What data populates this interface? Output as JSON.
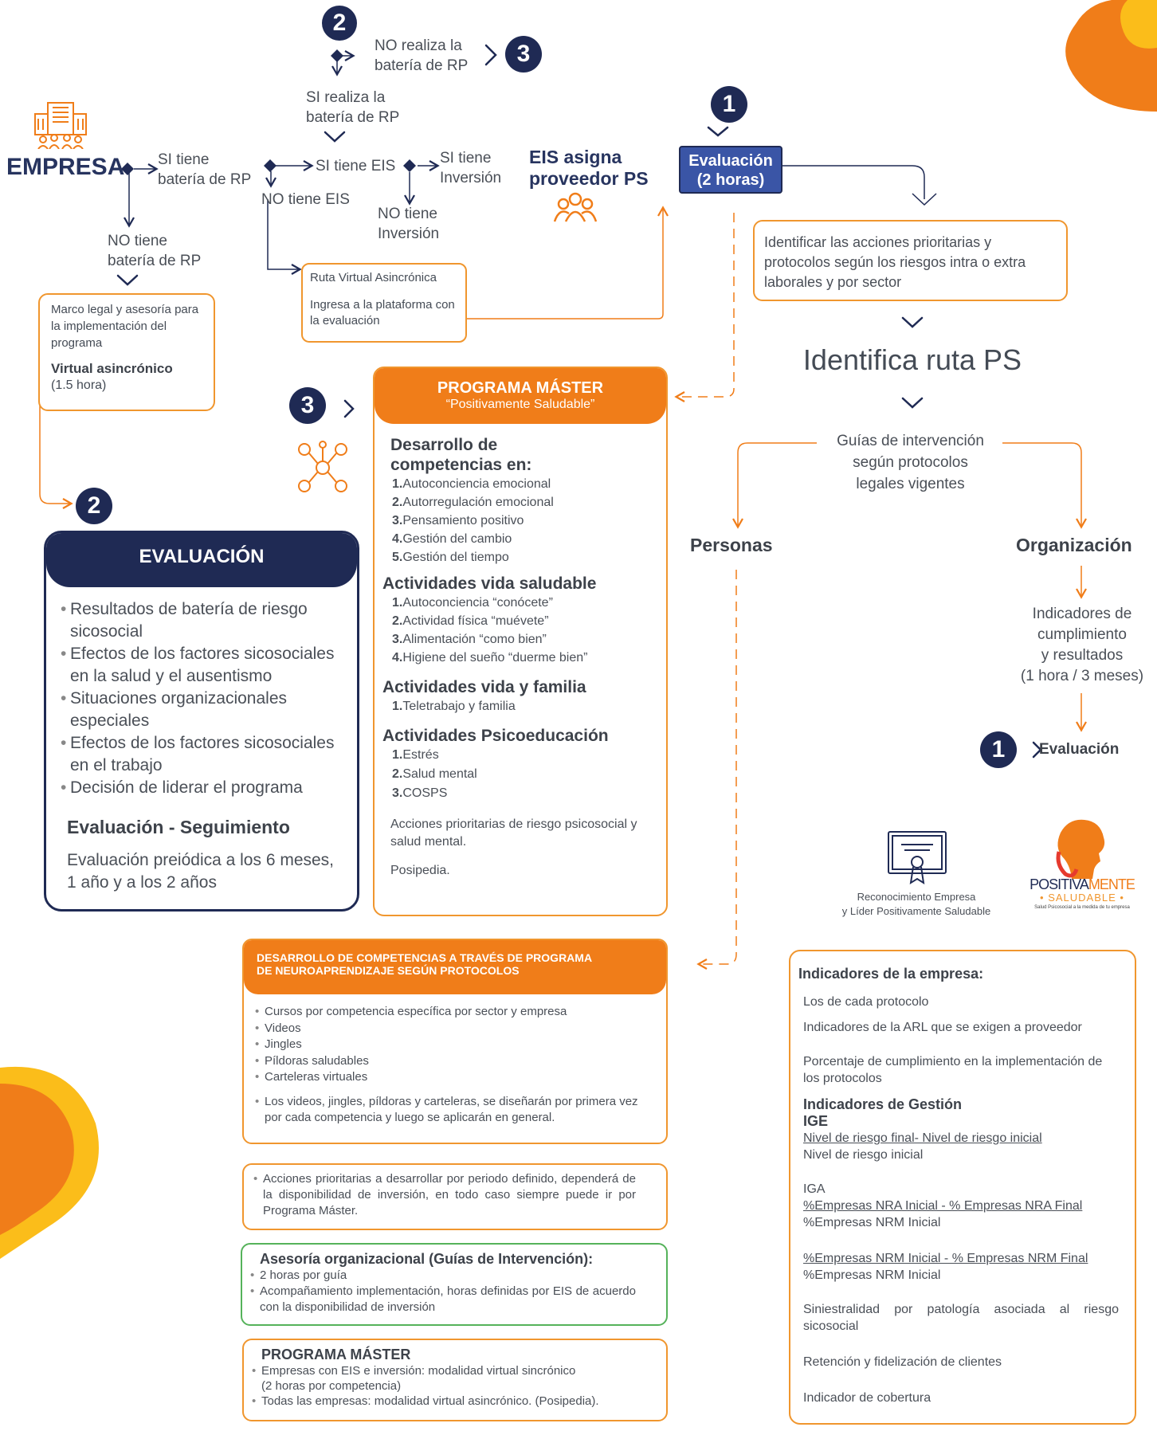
{
  "colors": {
    "navy": "#1f2a54",
    "orange": "#f07d19",
    "light_orange": "#f0962e",
    "yellow": "#fbbd1a",
    "green": "#55b25a",
    "gray_text": "#4a4f57"
  },
  "empresa": {
    "label": "EMPRESA",
    "icon": "building-people-icon"
  },
  "branch_si_rp": "SI tiene\nbatería de RP",
  "branch_no_rp": "NO tiene\nbatería de RP",
  "box_marco": {
    "text": "Marco legal y asesoría para la implementación del programa",
    "bold": "Virtual asincrónico",
    "sub": "(1.5 hora)"
  },
  "top": {
    "badge2": "2",
    "no_realiza": "NO realiza la\nbatería de RP",
    "badge3": "3",
    "si_realiza": "SI realiza la\nbatería de RP"
  },
  "si_eis": "SI tiene EIS",
  "no_eis": "NO tiene EIS",
  "si_inversion": "SI tiene\nInversión",
  "no_inversion": "NO tiene\nInversión",
  "eis_asigna": "EIS asigna\nproveedor PS",
  "ruta_virtual": {
    "title": "Ruta Virtual Asincrónica",
    "text": "Ingresa a la plataforma con la evaluación"
  },
  "evaluacion_box": {
    "badge": "1",
    "label": "Evaluación\n(2 horas)"
  },
  "identificar": "Identificar las acciones prioritarias y protocolos según los riesgos intra o extra laborales y por sector",
  "identifica_ruta": "Identifica ruta PS",
  "guias": "Guías de intervención\nsegún protocolos\nlegales vigentes",
  "personas": "Personas",
  "organizacion": "Organización",
  "indicadores_cumpl": "Indicadores de\ncumplimiento\ny resultados\n(1 hora / 3 meses)",
  "eval_final": {
    "badge": "1",
    "label": "Evaluación"
  },
  "evaluacion_panel": {
    "badge": "2",
    "title": "EVALUACIÓN",
    "items": [
      "Resultados de batería de riesgo sicosocial",
      "Efectos de los factores sicosociales en la salud y el ausentismo",
      "Situaciones organizacionales especiales",
      "Efectos de los factores sicosociales en el trabajo",
      "Decisión de liderar el programa"
    ],
    "seguimiento_title": "Evaluación - Seguimiento",
    "seguimiento_text": "Evaluación preiódica a los 6 meses, 1 año y a los 2 años"
  },
  "master": {
    "badge": "3",
    "title": "PROGRAMA MÁSTER",
    "subtitle": "“Positivamente Saludable”",
    "competencias_title": "Desarrollo de\ncompetencias en:",
    "competencias": [
      "Autoconciencia emocional",
      "Autorregulación emocional",
      "Pensamiento positivo",
      "Gestión del cambio",
      "Gestión del tiempo"
    ],
    "vida_title": "Actividades vida saludable",
    "vida": [
      "Autoconciencia “conócete”",
      "Actividad física “muévete”",
      "Alimentación “como bien”",
      "Higiene del sueño “duerme bien”"
    ],
    "familia_title": "Actividades vida y familia",
    "familia": [
      "Teletrabajo y familia"
    ],
    "psico_title": "Actividades Psicoeducación",
    "psico": [
      "Estrés",
      "Salud mental",
      "COSPS"
    ],
    "acciones": "Acciones prioritarias de riesgo psicosocial y salud mental.",
    "posipedia": "Posipedia."
  },
  "neuro": {
    "title": "DESARROLLO DE COMPETENCIAS A TRAVÉS DE PROGRAMA\nDE NEUROAPRENDIZAJE SEGÚN PROTOCOLOS",
    "items": [
      "Cursos por competencia específica por sector y empresa",
      "Videos",
      "Jingles",
      "Píldoras saludables",
      "Carteleras virtuales"
    ],
    "note": "Los videos, jingles, píldoras y carteleras, se diseñarán por primera vez por cada competencia y luego se aplicarán en general."
  },
  "acciones_box": "Acciones prioritarias a desarrollar por periodo definido, dependerá de la disponibilidad de inversión, en todo caso siempre puede ir por Programa Máster.",
  "asesoria": {
    "title": "Asesoría organizacional (Guías de Intervención):",
    "items": [
      "2 horas por guía",
      "Acompañamiento implementación, horas definidas por EIS de acuerdo con la disponibilidad de inversión"
    ]
  },
  "programa_box": {
    "title": "PROGRAMA MÁSTER",
    "items": [
      "Empresas con EIS e inversión: modalidad virtual sincrónico\n(2 horas por competencia)",
      "Todas las empresas: modalidad virtual asincrónico. (Posipedia)."
    ]
  },
  "reconocimiento": "Reconocimiento Empresa\ny Líder Positivamente Saludable",
  "logo": {
    "line1a": "POSITIVA",
    "line1b": "MENTE",
    "line2": "• SALUDABLE •",
    "line3": "Salud Psicosocial a la medida de tu empresa"
  },
  "indicadores": {
    "title": "Indicadores de la empresa:",
    "p1": "Los de cada protocolo",
    "p2": "Indicadores de la ARL que se exigen a proveedor",
    "p3": "Porcentaje de cumplimiento en la implementación de los protocolos",
    "gestion_title": "Indicadores de Gestión",
    "ige": "IGE",
    "ige_num": "Nivel de riesgo final- Nivel de riesgo inicial",
    "ige_den": "Nivel de riesgo inicial",
    "iga": "IGA",
    "iga1_num": "%Empresas NRA Inicial - % Empresas NRA Final",
    "iga1_den": "%Empresas NRM Inicial",
    "iga2_num": "%Empresas NRM Inicial - % Empresas NRM Final",
    "iga2_den": "%Empresas NRM Inicial",
    "p4": "Siniestralidad por patología asociada al riesgo sicosocial",
    "p5": "Retención y fidelización de clientes",
    "p6": "Indicador de cobertura"
  }
}
